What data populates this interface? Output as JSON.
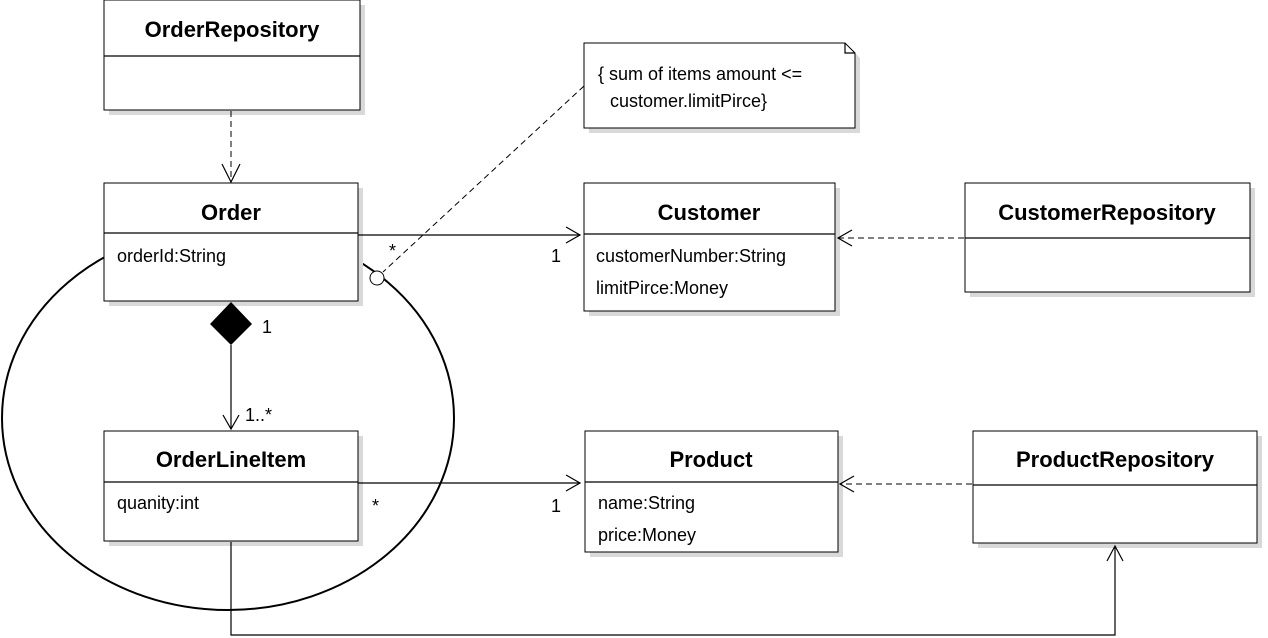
{
  "classes": {
    "order_repository": {
      "name": "OrderRepository",
      "attributes": []
    },
    "order": {
      "name": "Order",
      "attributes": [
        "orderId:String"
      ]
    },
    "customer": {
      "name": "Customer",
      "attributes": [
        "customerNumber:String",
        "limitPirce:Money"
      ]
    },
    "customer_repository": {
      "name": "CustomerRepository",
      "attributes": []
    },
    "order_line_item": {
      "name": "OrderLineItem",
      "attributes": [
        "quanity:int"
      ]
    },
    "product": {
      "name": "Product",
      "attributes": [
        "name:String",
        "price:Money"
      ]
    },
    "product_repository": {
      "name": "ProductRepository",
      "attributes": []
    }
  },
  "note": {
    "line1": "{ sum of items amount <=",
    "line2": "customer.limitPirce}"
  },
  "multiplicities": {
    "order_customer_source": "*",
    "order_customer_target": "1",
    "composition_source": "1",
    "composition_target": "1..*",
    "lineitem_product_source": "*",
    "lineitem_product_target": "1"
  }
}
